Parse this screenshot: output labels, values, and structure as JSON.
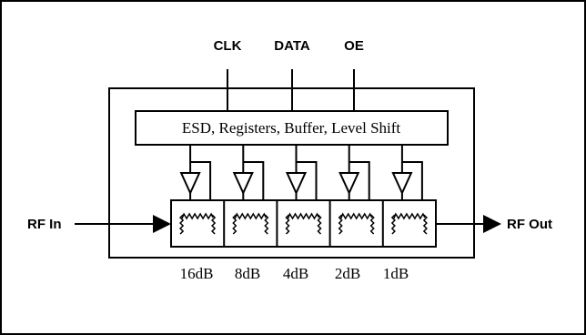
{
  "signals": {
    "clk": "CLK",
    "data": "DATA",
    "oe": "OE"
  },
  "block": {
    "label": "ESD, Registers, Buffer, Level Shift"
  },
  "ports": {
    "rf_in": "RF In",
    "rf_out": "RF Out"
  },
  "attenuators": [
    "16dB",
    "8dB",
    "4dB",
    "2dB",
    "1dB"
  ]
}
